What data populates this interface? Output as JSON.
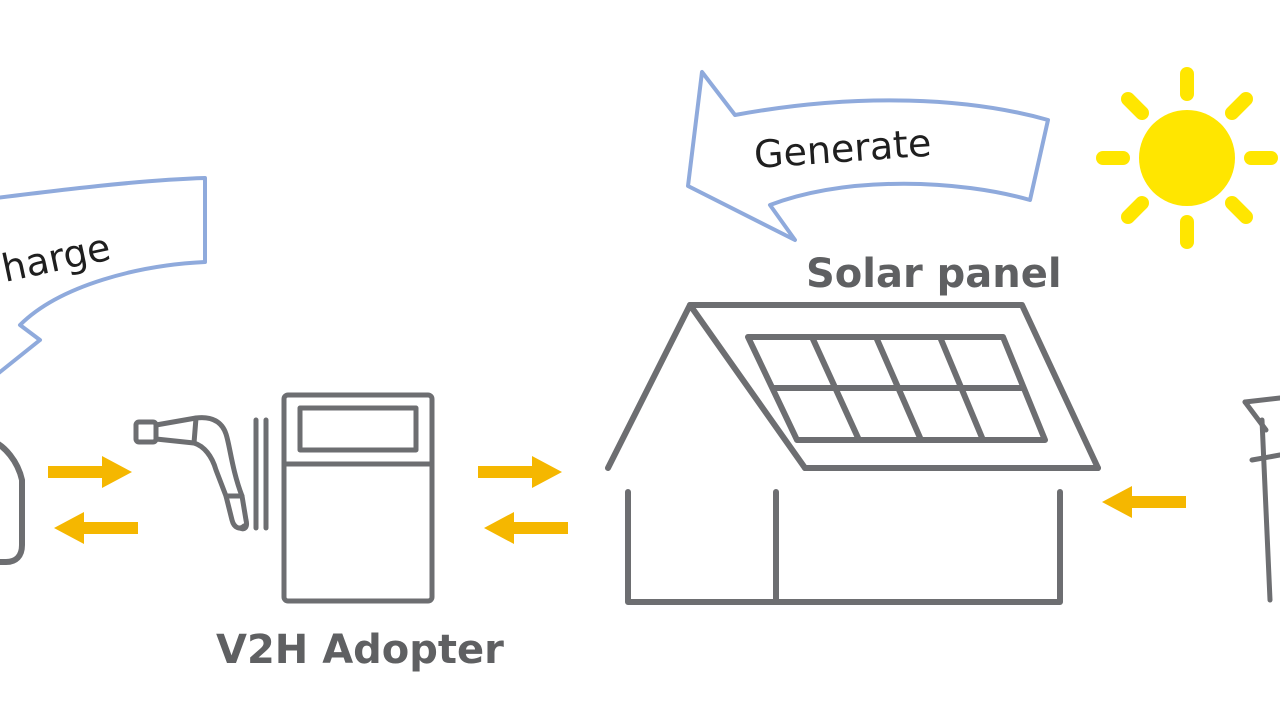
{
  "labels": {
    "charge": "harge",
    "generate": "Generate",
    "solar_panel": "Solar panel",
    "v2h_adopter": "V2H Adopter"
  },
  "colors": {
    "outline": "#6d6e71",
    "arrow_band": "#8faadc",
    "flow_arrow": "#f5b700",
    "sun": "#ffe600",
    "text_dark": "#1f1f1f",
    "text_label": "#5f6062"
  },
  "icons": [
    "car-icon",
    "charging-plug-icon",
    "v2h-unit-icon",
    "house-icon",
    "solar-panel-icon",
    "sun-icon",
    "power-pylon-icon"
  ]
}
